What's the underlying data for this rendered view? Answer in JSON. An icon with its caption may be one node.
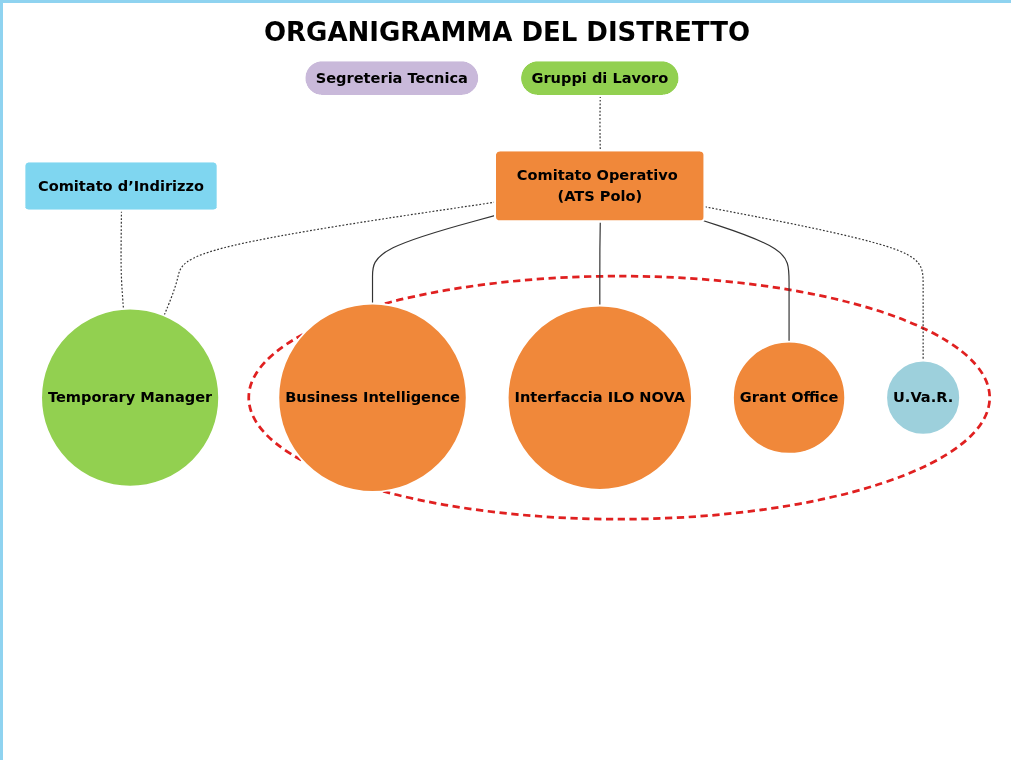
{
  "diagram": {
    "title": "ORGANIGRAMMA DEL DISTRETTO",
    "nodes": [
      {
        "text": [
          "Comitato d’Indirizzo"
        ]
      },
      {
        "text": [
          "Segreteria Tecnica"
        ]
      },
      {
        "text": [
          "Temporary Manager"
        ]
      },
      {
        "text": [
          "Gruppi di Lavoro"
        ]
      },
      {
        "text": [
          "Comitato Operativo (ATS Polo)"
        ]
      },
      {
        "text": [],
        "shape": "ellipse"
      },
      {
        "text": [
          "Business Intelligence"
        ],
        "in": 5
      },
      {
        "text": [
          "Interfaccia ILO NOVA"
        ],
        "in": 5
      },
      {
        "text": [
          "Grant Office"
        ],
        "in": 5
      },
      {
        "text": [
          "U.Va.R."
        ],
        "in": 5
      }
    ],
    "edges": [
      {
        "from": 0,
        "to": 2,
        "arrow": "none",
        "style": "dashed"
      },
      {
        "from": 4,
        "to": 2,
        "arrow": "none",
        "style": "dashed"
      },
      {
        "from": 3,
        "to": 4,
        "arrow": "none",
        "style": "dashed"
      },
      {
        "from": 4,
        "to": 6,
        "arrow": "none"
      },
      {
        "from": 4,
        "to": 7,
        "arrow": "none"
      },
      {
        "from": 4,
        "to": 8,
        "arrow": "none"
      },
      {
        "from": 4,
        "to": 9,
        "arrow": "none",
        "style": "dashed"
      }
    ]
  }
}
